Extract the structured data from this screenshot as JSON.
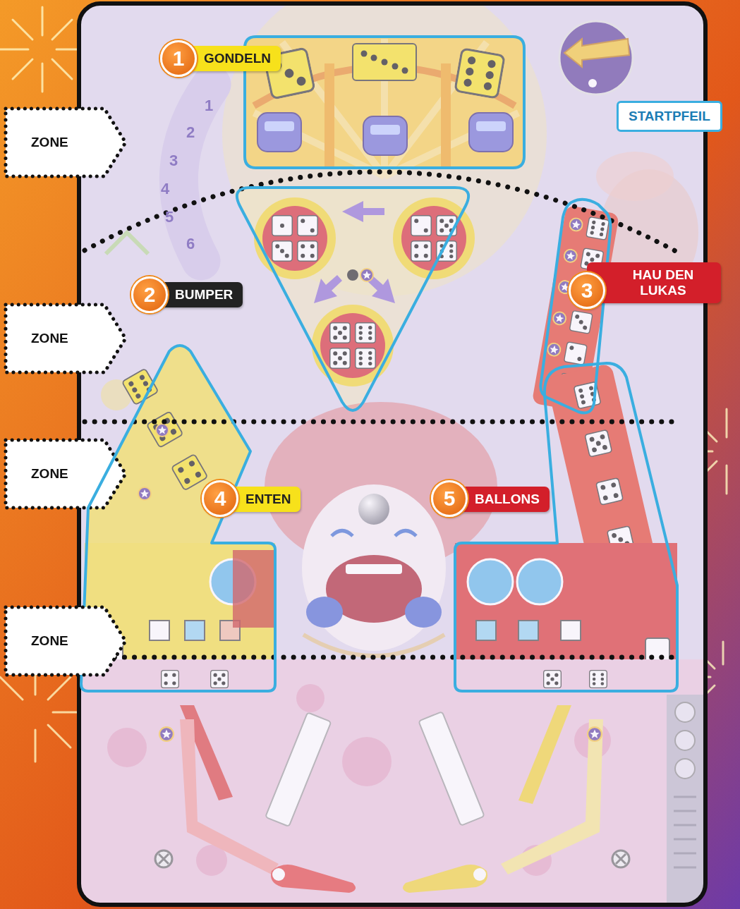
{
  "diagram": {
    "nodes": [
      {
        "text": [
          "1",
          "GONDELN"
        ]
      },
      {
        "text": [
          "STARTPFEIL"
        ]
      },
      {
        "text": [
          "ZONE"
        ]
      },
      {
        "text": [
          "2",
          "BUMPER"
        ]
      },
      {
        "text": [
          "3",
          "HAU DEN LUKAS"
        ]
      },
      {
        "text": [
          "ZONE"
        ]
      },
      {
        "text": [
          "ZONE"
        ]
      },
      {
        "text": [
          "4",
          "ENTEN"
        ]
      },
      {
        "text": [
          "5",
          "BALLONS"
        ]
      },
      {
        "text": [
          "ZONE"
        ]
      }
    ],
    "labels": [
      "1",
      "2",
      "3",
      "4",
      "5",
      "6"
    ]
  }
}
